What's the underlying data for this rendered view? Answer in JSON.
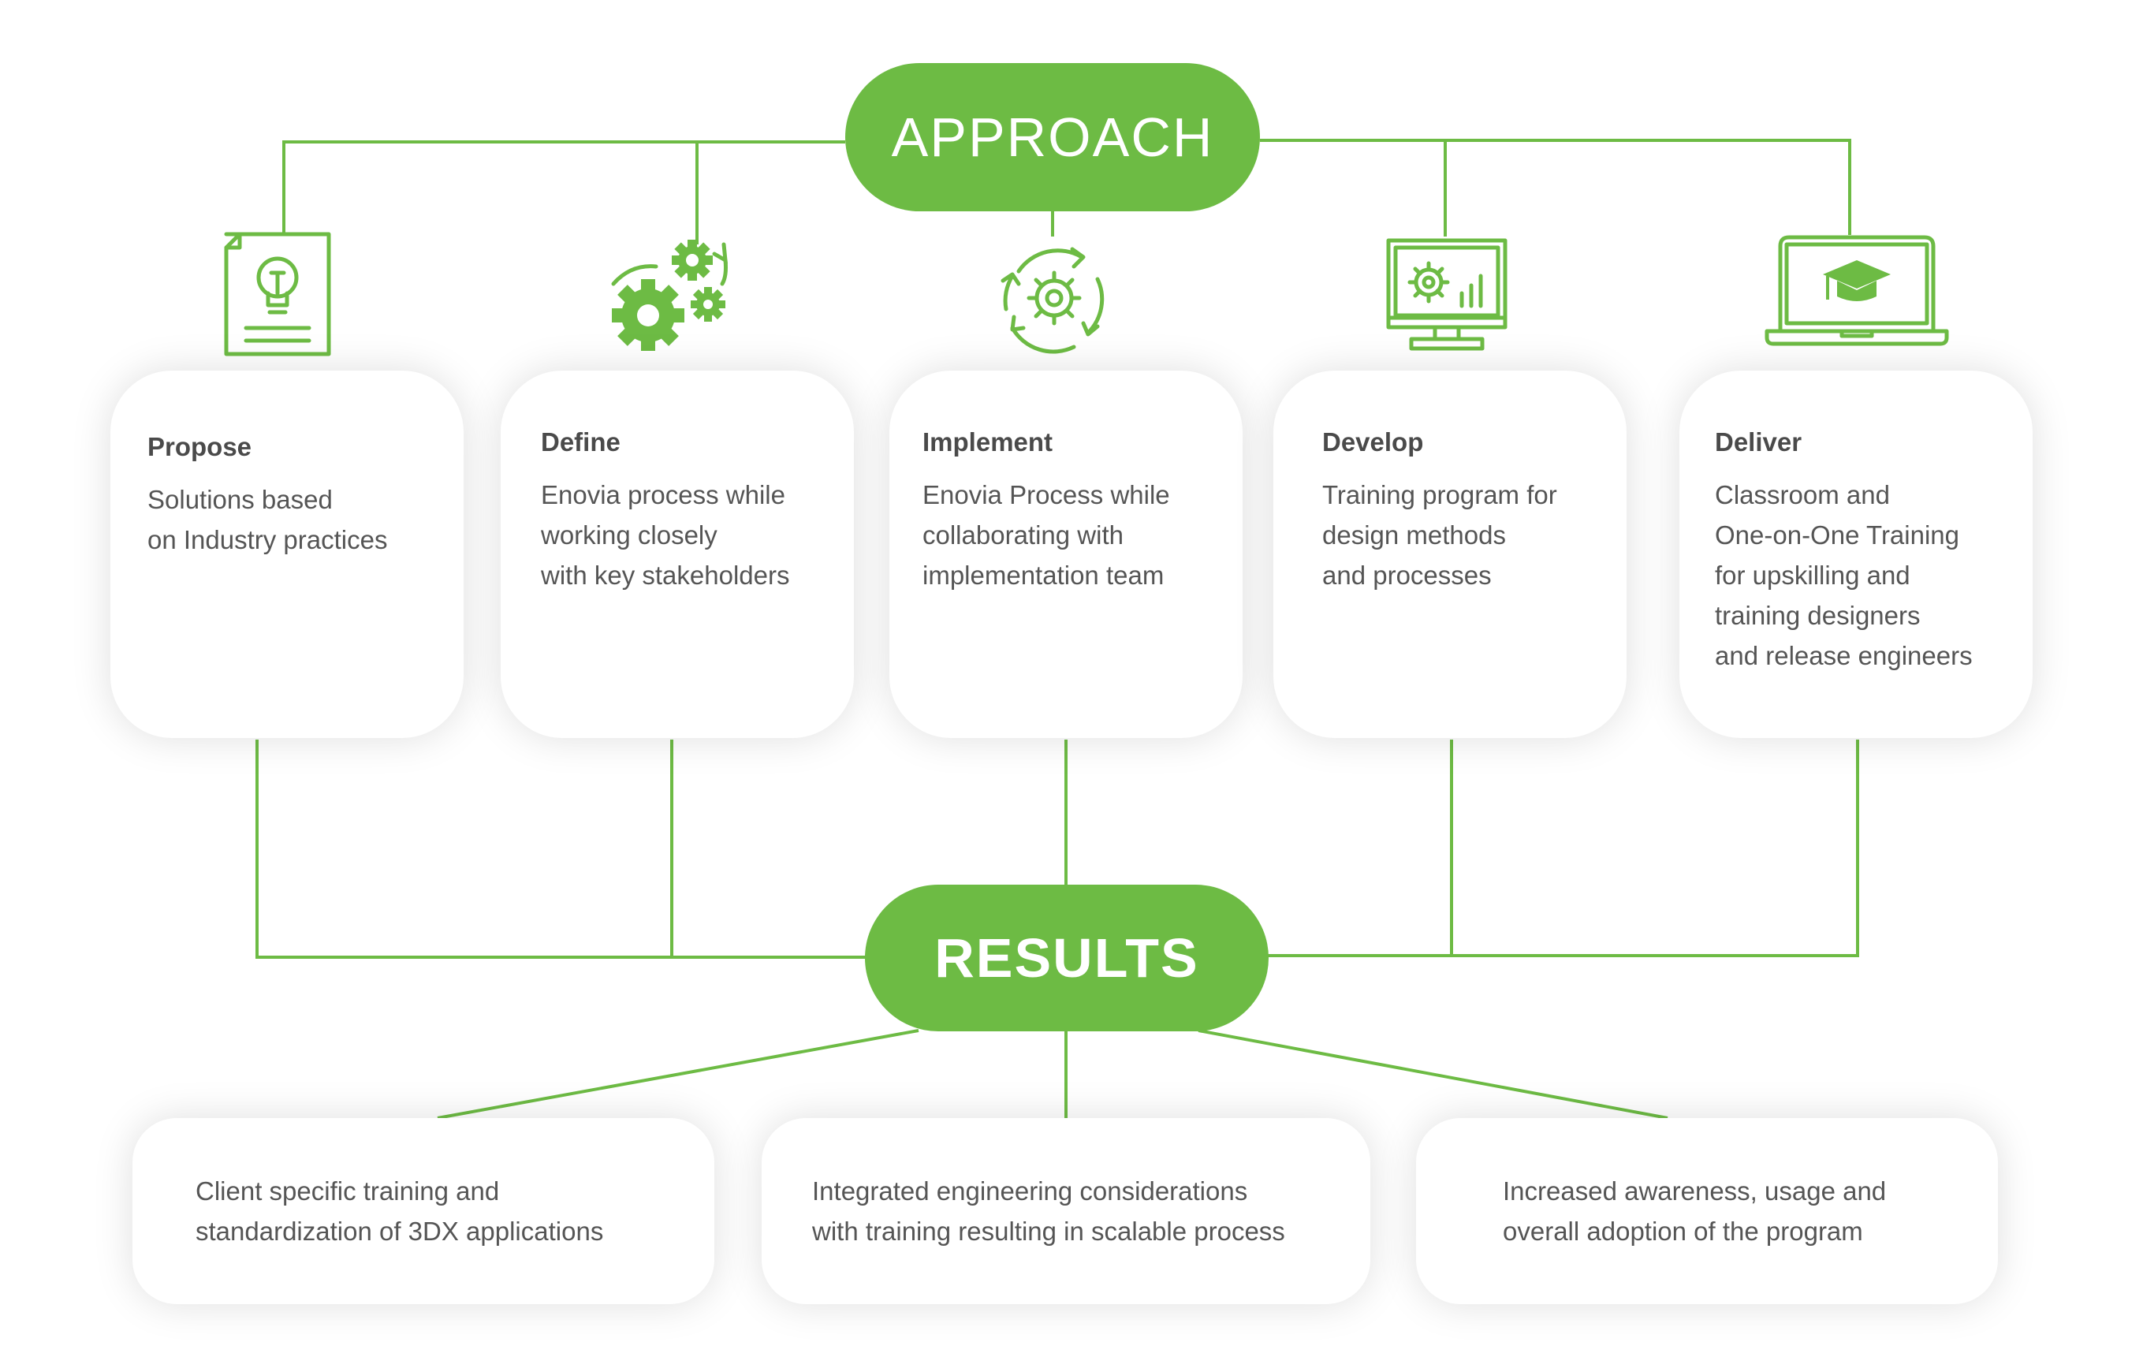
{
  "approach": {
    "label": "APPROACH"
  },
  "results": {
    "label": "RESULTS"
  },
  "steps": [
    {
      "title": "Propose",
      "text": "Solutions based\non Industry practices",
      "icon": "document-lightbulb-icon"
    },
    {
      "title": "Define",
      "text": "Enovia process while\nworking closely\nwith key stakeholders",
      "icon": "gears-icon"
    },
    {
      "title": "Implement",
      "text": "Enovia Process while\ncollaborating with\nimplementation team",
      "icon": "cycle-gear-icon"
    },
    {
      "title": "Develop",
      "text": "Training program for\ndesign methods\nand processes",
      "icon": "monitor-gear-chart-icon"
    },
    {
      "title": "Deliver",
      "text": "Classroom and\nOne-on-One Training\nfor upskilling and\ntraining designers\nand release engineers",
      "icon": "laptop-graduation-cap-icon"
    }
  ],
  "outcomes": [
    {
      "text": "Client specific training and\nstandardization of 3DX applications"
    },
    {
      "text": "Integrated engineering considerations\nwith training resulting in scalable process"
    },
    {
      "text": "Increased awareness, usage and\noverall adoption of the program"
    }
  ],
  "colors": {
    "accent": "#6dbb44",
    "text": "#555555",
    "heading": "#4a4a4a"
  }
}
